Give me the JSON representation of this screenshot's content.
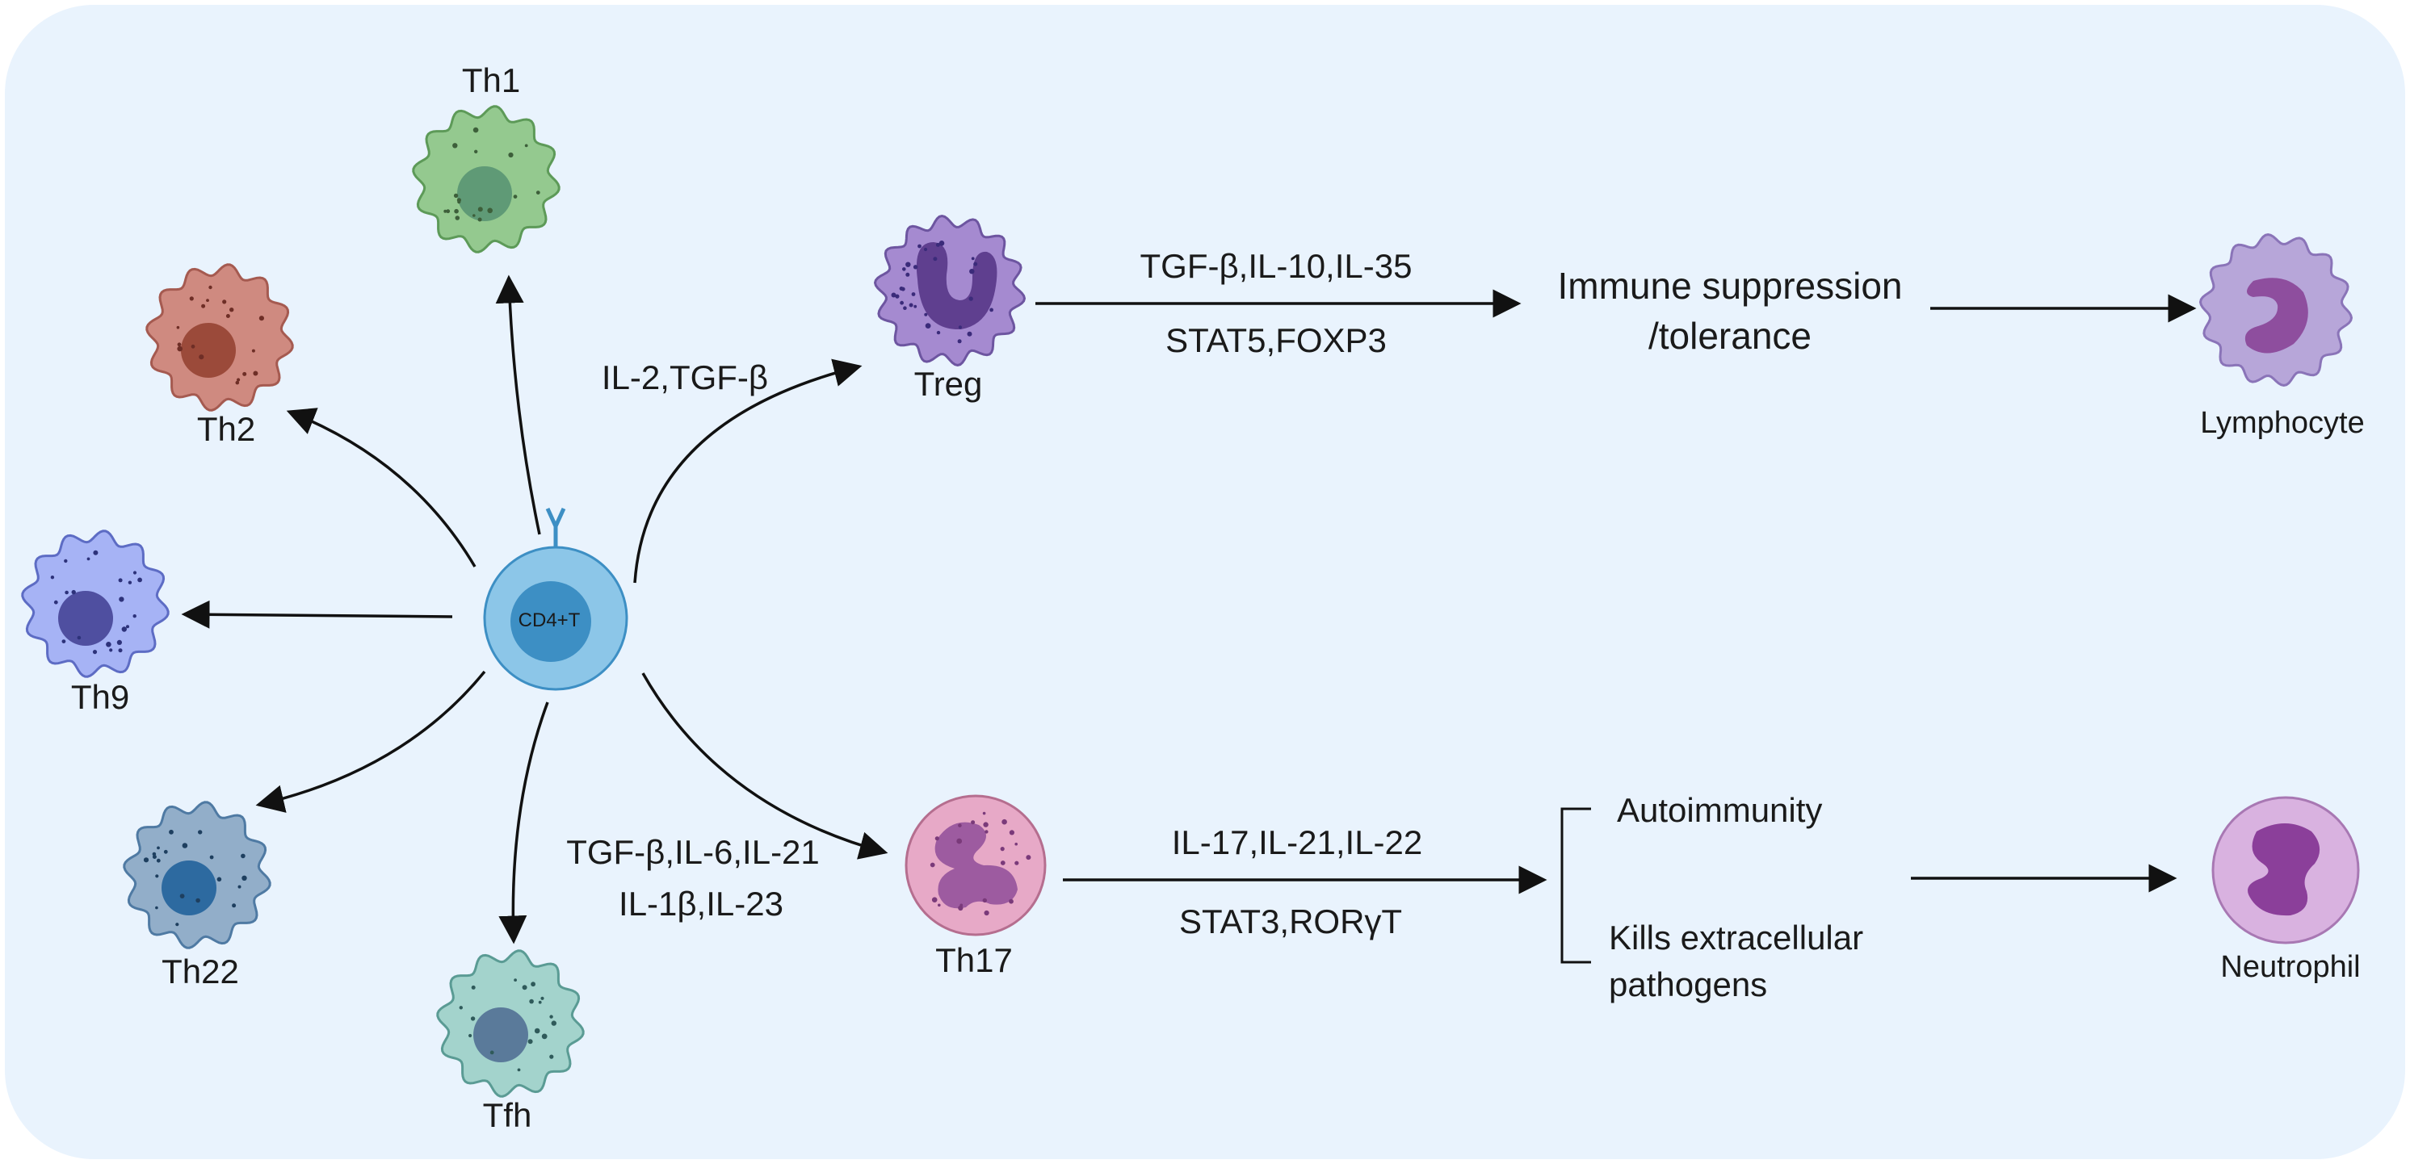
{
  "center_cell": {
    "label": "CD4+T"
  },
  "differentiated_cells": {
    "th1": "Th1",
    "th2": "Th2",
    "th9": "Th9",
    "th22": "Th22",
    "tfh": "Tfh",
    "treg": "Treg",
    "th17": "Th17"
  },
  "treg_pathway": {
    "inducers": "IL-2,TGF-β",
    "cytokines": "TGF-β,IL-10,IL-35",
    "factors": "STAT5,FOXP3",
    "outcome_line1": "Immune suppression",
    "outcome_line2": "/tolerance",
    "target_cell": "Lymphocyte"
  },
  "th17_pathway": {
    "inducers_line1": "TGF-β,IL-6,IL-21",
    "inducers_line2": "IL-1β,IL-23",
    "cytokines": "IL-17,IL-21,IL-22",
    "factors": "STAT3,RORγT",
    "outcome_1": "Autoimmunity",
    "outcome_2_line1": "Kills extracellular",
    "outcome_2_line2": "pathogens",
    "target_cell": "Neutrophil"
  },
  "colors": {
    "background": "#e9f3fd",
    "cd4_outer": "#8cc6e8",
    "cd4_inner": "#3d8fc4",
    "th1": "#94c98f",
    "th2": "#cf8a80",
    "th9": "#a6b3f5",
    "th22": "#92aec9",
    "tfh": "#a3d3cc",
    "treg": "#a58ad0",
    "th17": "#e7a9c7",
    "lymphocyte": "#b7a6d9",
    "neutrophil": "#d9b2e0"
  }
}
